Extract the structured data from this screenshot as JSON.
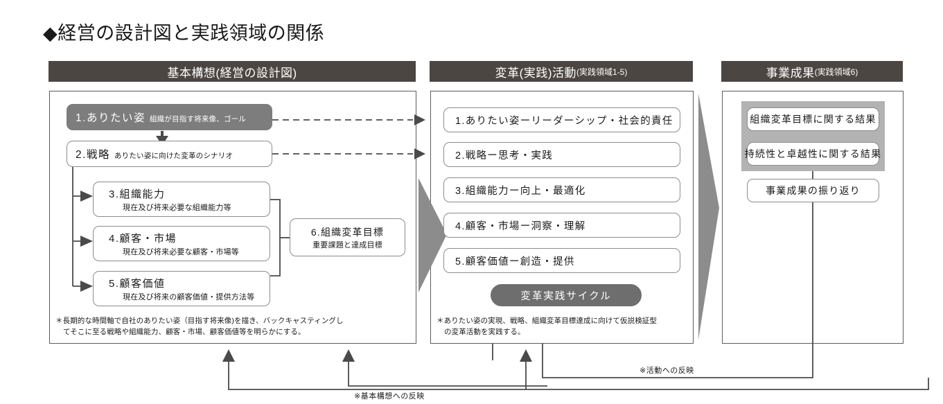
{
  "page": {
    "title": "◆経営の設計図と実践領域の関係",
    "bullet_icon": "diamond-icon"
  },
  "columns": [
    {
      "id": "basic-concept",
      "header_main": "基本構想",
      "header_paren": "(経営の設計図)",
      "header_sub": "",
      "footnote": [
        "＊長期的な時間軸で自社のありたい姿（目指す将来像)を描き、バックキャスティングし",
        "てそこに至る戦略や組織能力、顧客・市場、顧客価値等を明らかにする。"
      ],
      "items": [
        {
          "num": "1.",
          "title": "ありたい姿",
          "desc": "組織が目指す将来像、ゴール",
          "style": "filled-inline"
        },
        {
          "num": "2.",
          "title": "戦略",
          "desc": "ありたい姿に向けた変革のシナリオ",
          "style": "outline-inline"
        },
        {
          "num": "3.",
          "title": "組織能力",
          "desc": "現在及び将来必要な組織能力等",
          "style": "stacked"
        },
        {
          "num": "4.",
          "title": "顧客・市場",
          "desc": "現在及び将来必要な顧客・市場等",
          "style": "stacked"
        },
        {
          "num": "5.",
          "title": "顧客価値",
          "desc": "現在及び将来の顧客価値・提供方法等",
          "style": "stacked"
        },
        {
          "num": "6.",
          "title": "組織変革目標",
          "desc": "重要課題と達成目標",
          "style": "centered"
        }
      ]
    },
    {
      "id": "transformation-activity",
      "header_main": "変革(実践)活動",
      "header_paren": "",
      "header_sub": "(実践領域1-5)",
      "footnote": [
        "＊ありたい姿の実現、戦略、組織変革目標達成に向けて仮説検証型",
        "の変革活動を実践する。"
      ],
      "items": [
        {
          "num": "1.",
          "title": "ありたい姿ーリーダーシップ・社会的責任",
          "desc": "",
          "style": "outline"
        },
        {
          "num": "2.",
          "title": "戦略ー思考・実践",
          "desc": "",
          "style": "outline"
        },
        {
          "num": "3.",
          "title": "組織能力ー向上・最適化",
          "desc": "",
          "style": "outline"
        },
        {
          "num": "4.",
          "title": "顧客・市場ー洞察・理解",
          "desc": "",
          "style": "outline"
        },
        {
          "num": "5.",
          "title": "顧客価値ー創造・提供",
          "desc": "",
          "style": "outline"
        }
      ],
      "cycle_label": "変革実践サイクル"
    },
    {
      "id": "business-results",
      "header_main": "事業成果",
      "header_paren": "",
      "header_sub": "(実践領域6)",
      "footnote": [],
      "items": [
        {
          "num": "",
          "title": "組織変革目標に関する結果",
          "desc": "",
          "style": "outline-on-band"
        },
        {
          "num": "",
          "title": "持続性と卓越性に関する結果",
          "desc": "",
          "style": "outline-on-band"
        },
        {
          "num": "",
          "title": "事業成果の振り返り",
          "desc": "",
          "style": "outline"
        }
      ]
    }
  ],
  "loops": [
    {
      "id": "feedback-to-basic-concept",
      "label": "※基本構想への反映"
    },
    {
      "id": "feedback-to-activity",
      "label": "※活動への反映"
    }
  ],
  "colors": {
    "header_bar": "#4c4642",
    "filled_box": "#7d7d7d",
    "cycle_pill": "#6e6e6e",
    "band_gray": "#b3b3b3",
    "chevron_gray": "#8c8c8c",
    "line": "#5b5b5b",
    "text": "#231f20",
    "panel_border": "#5b5b5b",
    "box_border": "#8c8c8c"
  }
}
